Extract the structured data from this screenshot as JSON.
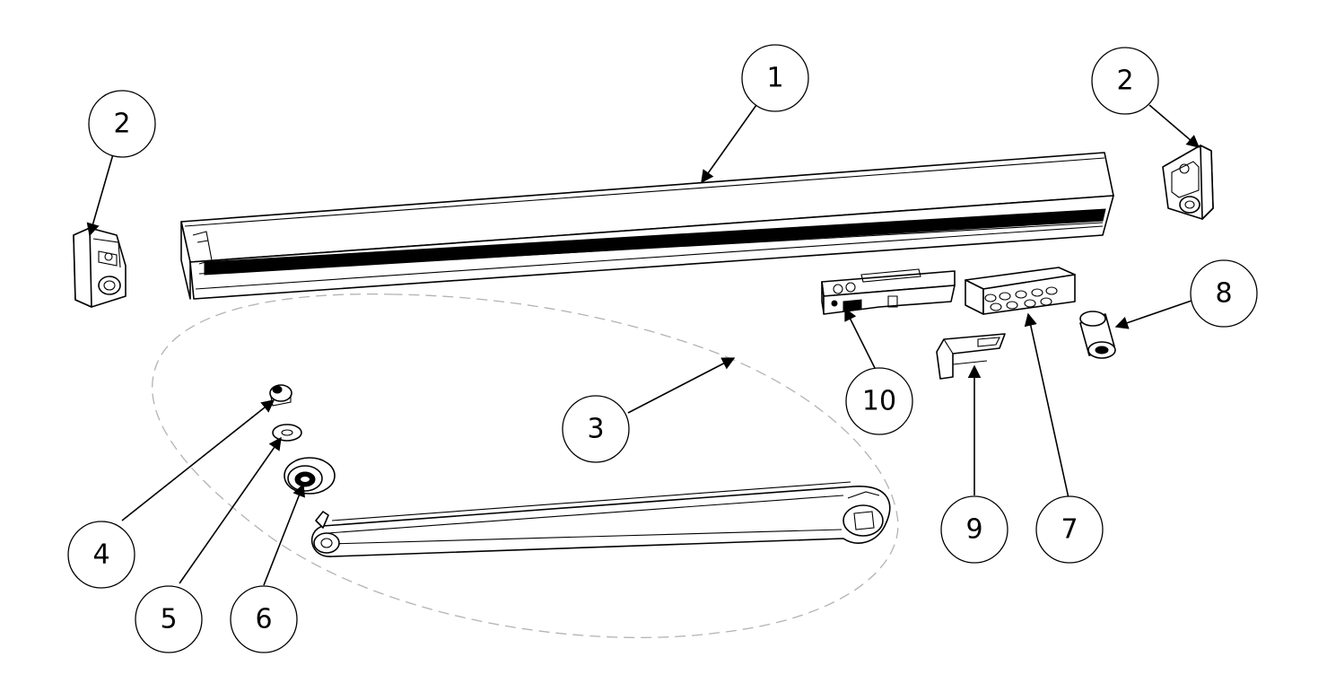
{
  "balloons": [
    {
      "id": "b1",
      "label": "1"
    },
    {
      "id": "b2l",
      "label": "2"
    },
    {
      "id": "b2r",
      "label": "2"
    },
    {
      "id": "b3",
      "label": "3"
    },
    {
      "id": "b4",
      "label": "4"
    },
    {
      "id": "b5",
      "label": "5"
    },
    {
      "id": "b6",
      "label": "6"
    },
    {
      "id": "b7",
      "label": "7"
    },
    {
      "id": "b8",
      "label": "8"
    },
    {
      "id": "b9",
      "label": "9"
    },
    {
      "id": "b10",
      "label": "10"
    }
  ],
  "colors": {
    "line": "#000000",
    "background": "#ffffff",
    "dashed_outline": "#b3b3b3"
  }
}
